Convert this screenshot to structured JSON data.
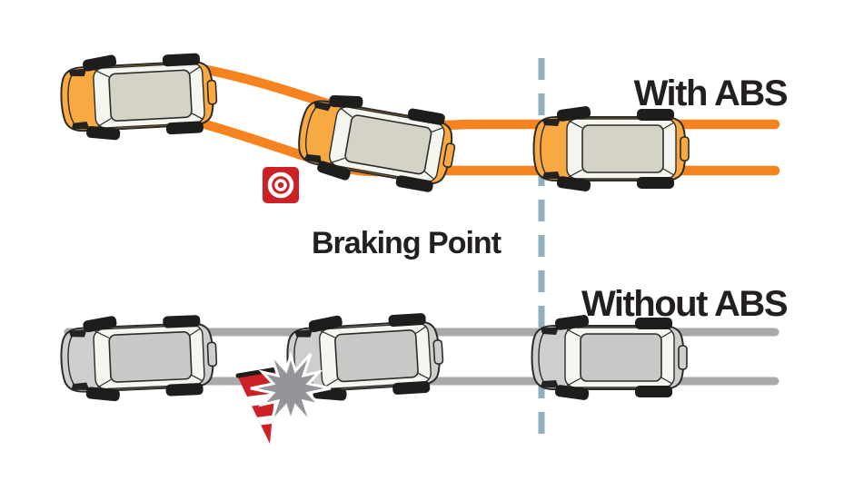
{
  "labels": {
    "with_abs": "With ABS",
    "braking_point": "Braking Point",
    "without_abs": "Without ABS"
  },
  "colors": {
    "background": "#FFFFFF",
    "path_orange": "#F5831F",
    "car_orange_body": "#F9A942",
    "car_orange_roof": "#D5D3C7",
    "path_gray": "#A9A9AB",
    "car_gray_body": "#CDCFCE",
    "car_gray_roof": "#C7C9C7",
    "braking_line_blue": "#8FB1BF",
    "crash_star_gray": "#939598",
    "obstacle_red": "#CE2127",
    "text_dark": "#231F20",
    "outline_dark": "#2B2B28"
  },
  "icons": {
    "obstacle_marker": "bullseye-target-icon",
    "impact": "crash-burst-icon",
    "cone": "traffic-cone-icon"
  }
}
